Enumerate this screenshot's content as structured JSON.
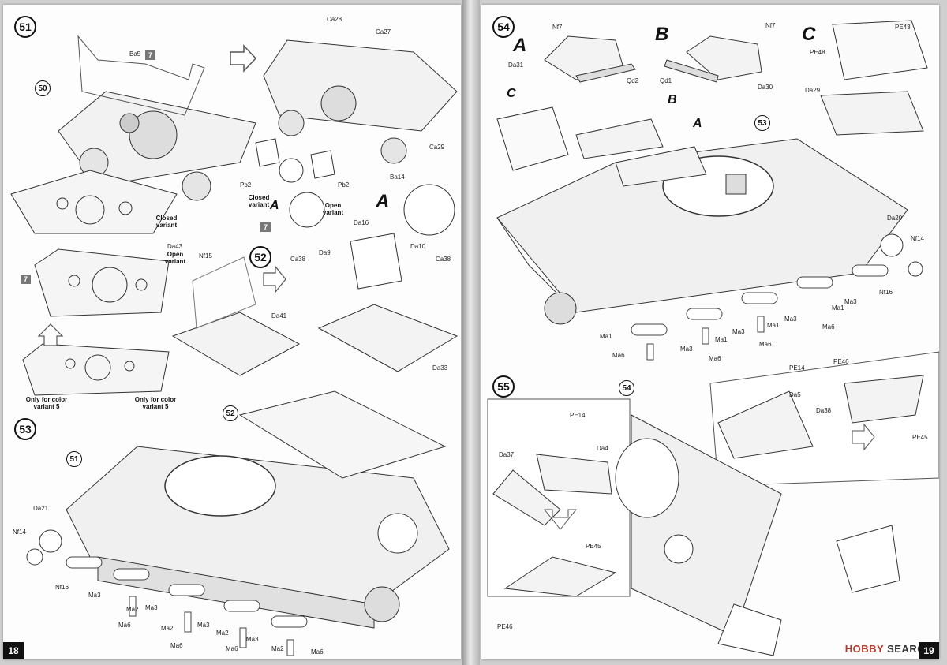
{
  "pages": {
    "left_number": "18",
    "right_number": "19"
  },
  "steps": {
    "s51": "51",
    "s50": "50",
    "s52": "52",
    "s52b": "52",
    "s53": "53",
    "s54": "54",
    "s53b": "53",
    "s55": "55",
    "s54b": "54",
    "s51b": "51"
  },
  "variants": {
    "a": "A",
    "b": "B",
    "c": "C"
  },
  "notes": {
    "closed_variant": "Closed variant",
    "open_variant": "Open variant",
    "only_variant5": "Only for color variant 5"
  },
  "badges": {
    "seven": "7"
  },
  "parts": {
    "ba5": "Ba5",
    "ca28": "Ca28",
    "ca27": "Ca27",
    "ca29": "Ca29",
    "ba14": "Ba14",
    "pb2": "Pb2",
    "da43": "Da43",
    "nf15": "Nf15",
    "da16": "Da16",
    "da9": "Da9",
    "da10": "Da10",
    "ca38": "Ca38",
    "da41": "Da41",
    "da33": "Da33",
    "da21": "Da21",
    "nf14": "Nf14",
    "nf16": "Nf16",
    "ma1": "Ma1",
    "ma2": "Ma2",
    "ma3": "Ma3",
    "ma6": "Ma6",
    "nf7": "Nf7",
    "da31": "Da31",
    "qd2": "Qd2",
    "qd1": "Qd1",
    "da30": "Da30",
    "pe43": "PE43",
    "pe48": "PE48",
    "da29": "Da29",
    "da20": "Da20",
    "pe14": "PE14",
    "pe46": "PE46",
    "pe45": "PE45",
    "da5": "Da5",
    "da38": "Da38",
    "da37": "Da37",
    "da4": "Da4"
  },
  "watermark": {
    "brand": "HOBBY",
    "suffix": " SEARCH"
  }
}
